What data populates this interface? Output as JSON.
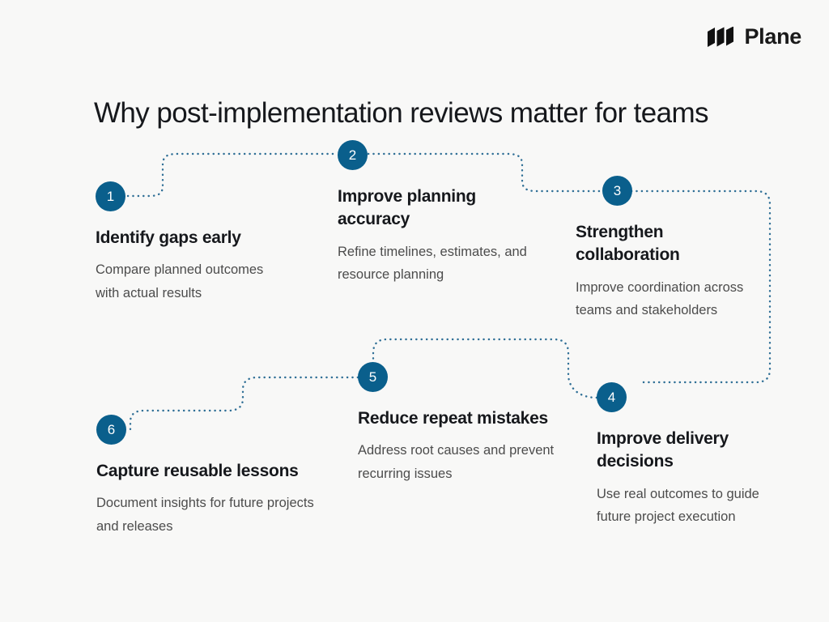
{
  "brand": {
    "name": "Plane",
    "logo_icon": "plane-logo-icon"
  },
  "title": "Why post-implementation reviews matter for teams",
  "background_color": "#f8f8f7",
  "accent_color": "#0a5f8c",
  "connector_color": "#2f6f96",
  "steps": [
    {
      "number": "1",
      "title": "Identify gaps early",
      "description": "Compare planned outcomes with actual results"
    },
    {
      "number": "2",
      "title": "Improve planning accuracy",
      "description": "Refine timelines, estimates, and resource planning"
    },
    {
      "number": "3",
      "title": "Strengthen collaboration",
      "description": "Improve coordination across teams and stakeholders"
    },
    {
      "number": "4",
      "title": "Improve delivery decisions",
      "description": "Use real outcomes to guide future project execution"
    },
    {
      "number": "5",
      "title": "Reduce repeat mistakes",
      "description": "Address root causes and prevent recurring issues"
    },
    {
      "number": "6",
      "title": "Capture reusable lessons",
      "description": "Document insights for future projects and releases"
    }
  ]
}
